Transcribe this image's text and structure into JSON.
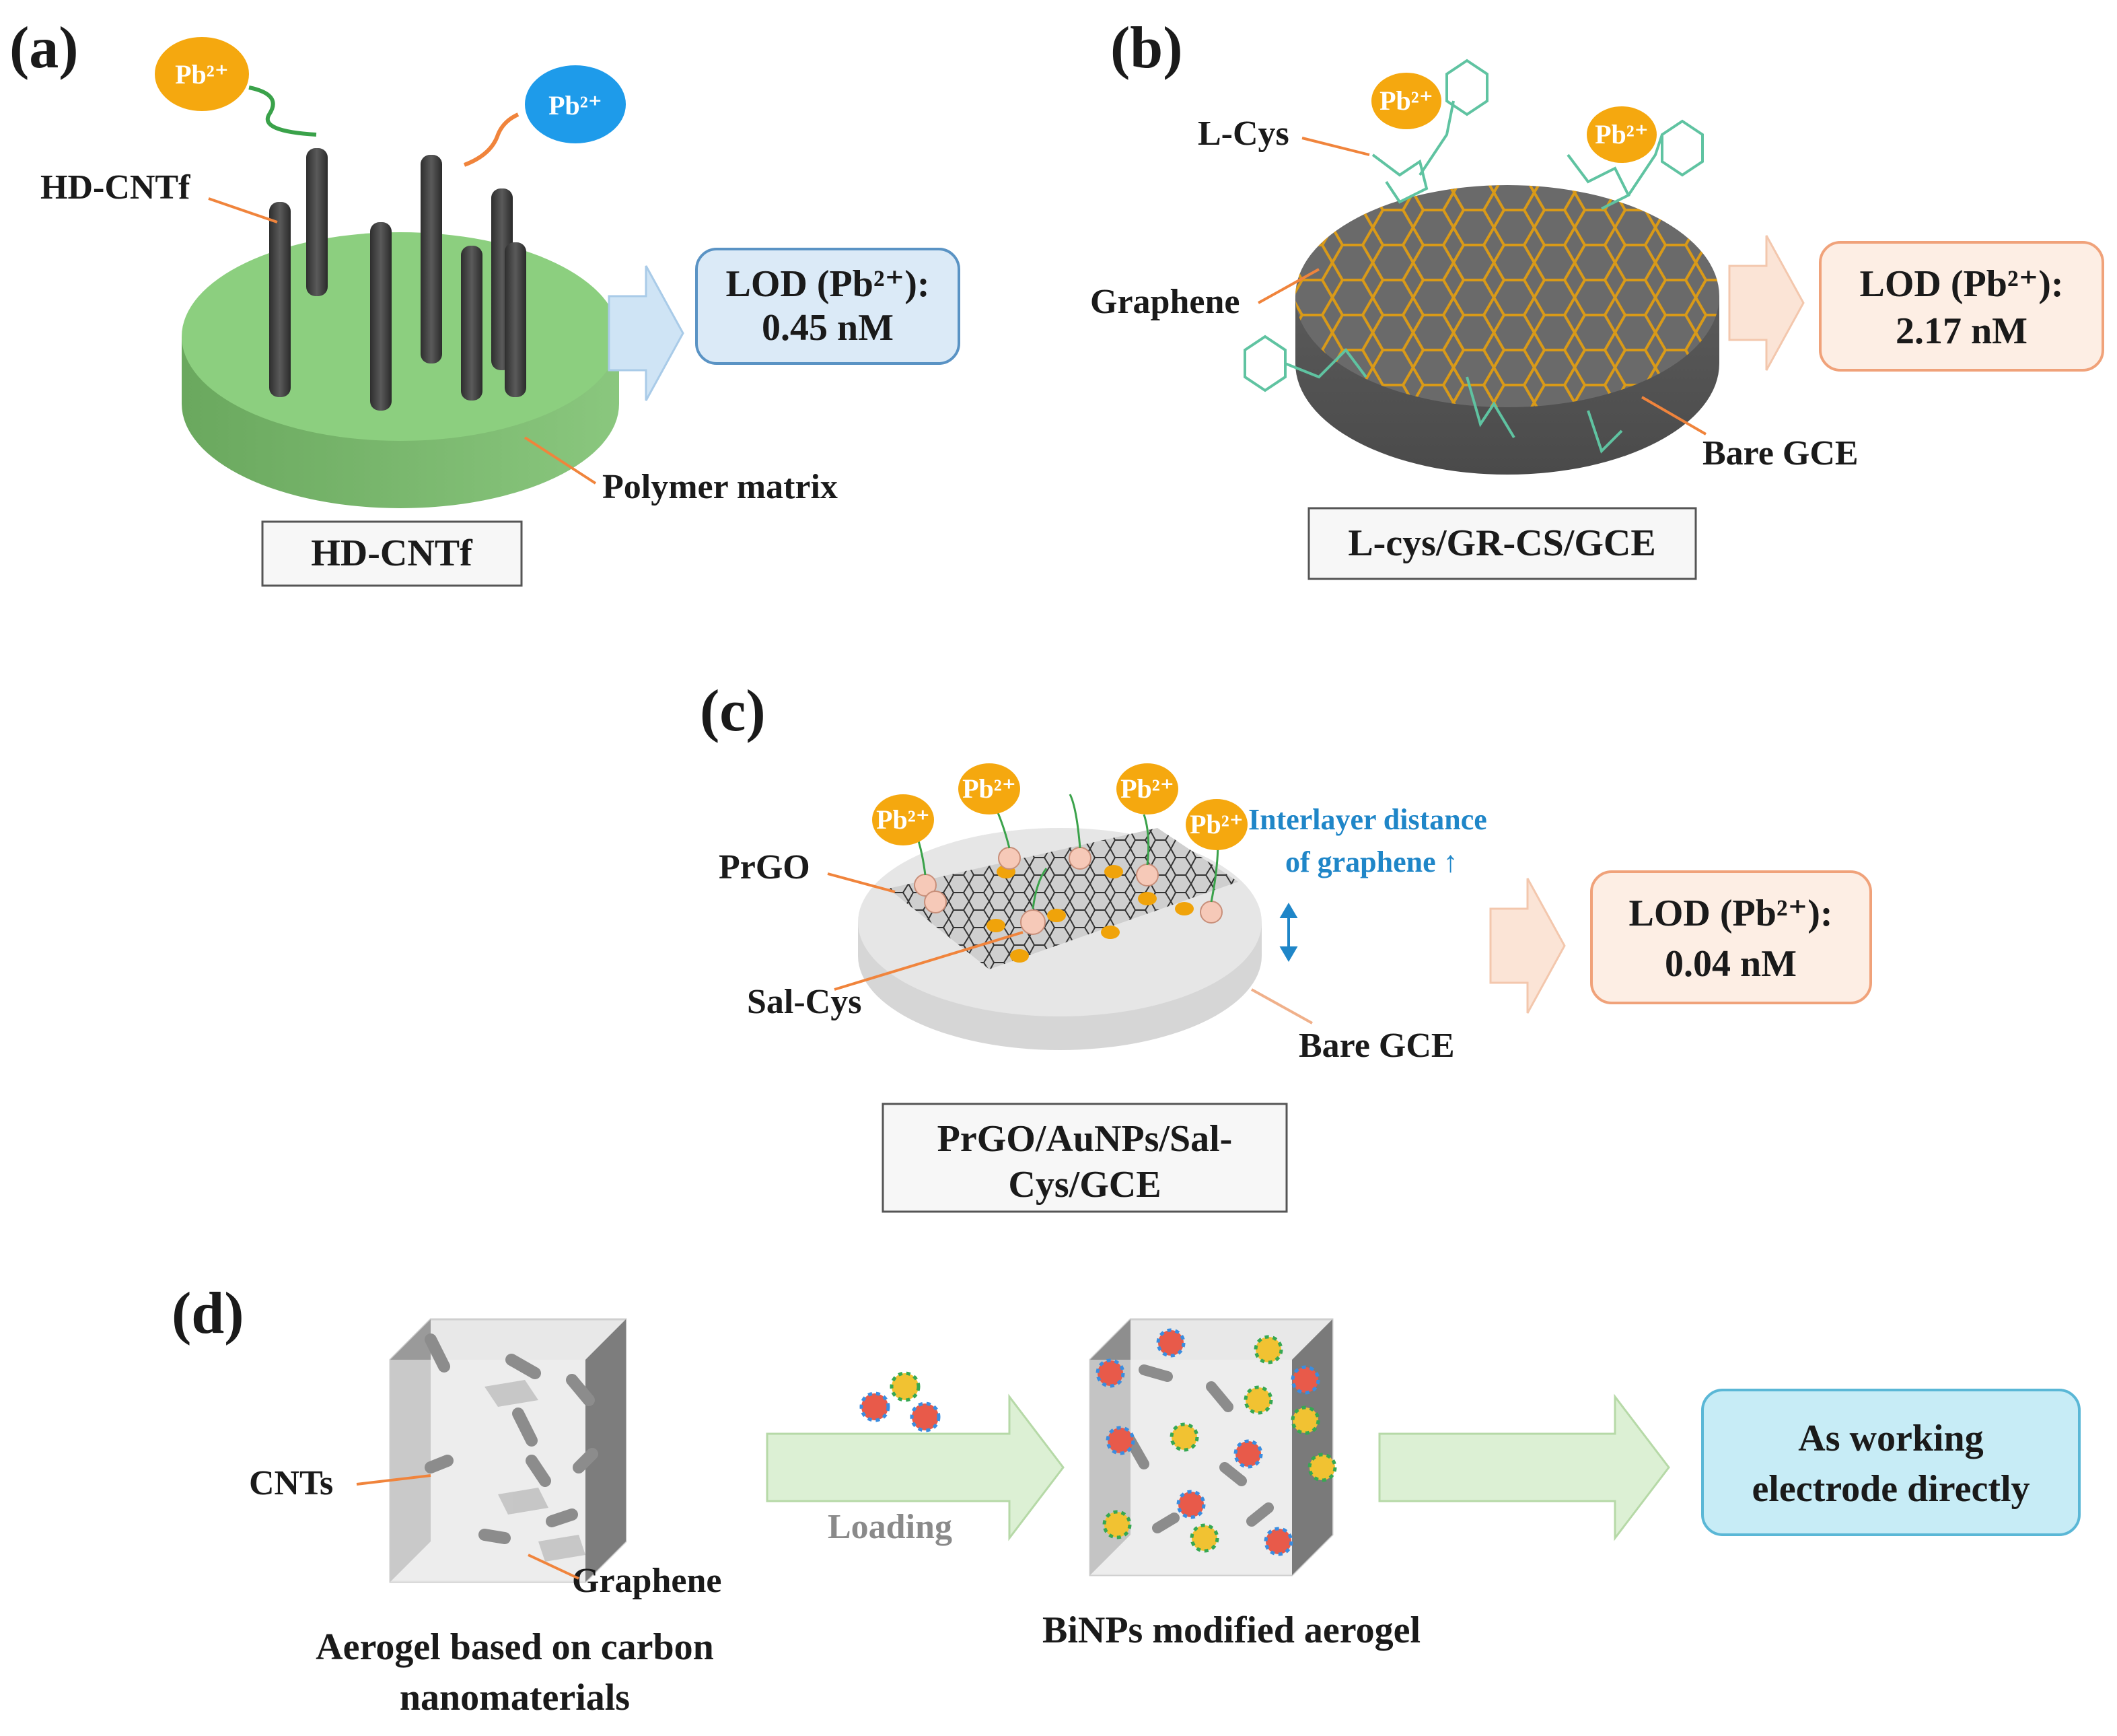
{
  "panels": {
    "a": {
      "letter": "(a)",
      "ion_in": "Pb²⁺",
      "ion_out": "Pb²⁺",
      "fiber_label": "HD-CNTf",
      "matrix_label": "Polymer matrix",
      "caption": "HD-CNTf",
      "lod_line1": "LOD (Pb²⁺):",
      "lod_line2": "0.45 nM"
    },
    "b": {
      "letter": "(b)",
      "ion": "Pb²⁺",
      "linker_label": "L-Cys",
      "graphene_label": "Graphene",
      "electrode_label": "Bare GCE",
      "caption": "L-cys/GR-CS/GCE",
      "lod_line1": "LOD (Pb²⁺):",
      "lod_line2": "2.17 nM"
    },
    "c": {
      "letter": "(c)",
      "ion": "Pb²⁺",
      "prgo_label": "PrGO",
      "salcys_label": "Sal-Cys",
      "electrode_label": "Bare GCE",
      "note_line1": "Interlayer distance",
      "note_line2": "of graphene ↑",
      "caption_line1": "PrGO/AuNPs/Sal-",
      "caption_line2": "Cys/GCE",
      "lod_line1": "LOD (Pb²⁺):",
      "lod_line2": "0.04 nM"
    },
    "d": {
      "letter": "(d)",
      "cnt_label": "CNTs",
      "graphene_label": "Graphene",
      "arrow_label": "Loading",
      "aerogel_caption_line1": "Aerogel based on carbon",
      "aerogel_caption_line2": "nanomaterials",
      "modified_caption": "BiNPs modified aerogel",
      "result_line1": "As working",
      "result_line2": "electrode directly"
    }
  },
  "colors": {
    "ion_orange": "#f5a80f",
    "ion_blue": "#1e9bea",
    "polymer_green": "#86c47a",
    "lod_blue_fill": "#dbeaf7",
    "lod_orange_fill": "#fdeee4",
    "result_cyan": "#c7ecf6",
    "arrow_green": "#dcf0d4"
  }
}
